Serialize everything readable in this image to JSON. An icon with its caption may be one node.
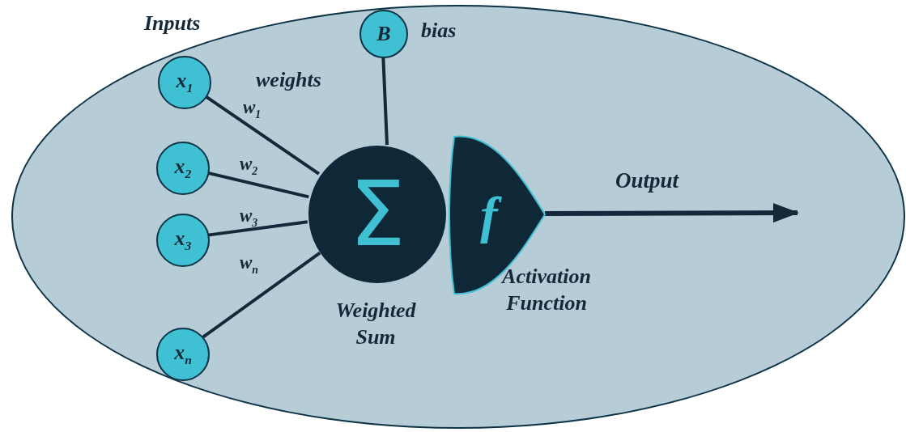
{
  "diagram": {
    "nodes": [
      {
        "text": [],
        "shape": "ellipse"
      },
      {
        "text": [
          "x$_{1}$"
        ],
        "in": 0
      },
      {
        "text": [
          "x$_{2}$"
        ],
        "in": 0
      },
      {
        "text": [
          "x$_{3}$"
        ],
        "in": 0
      },
      {
        "text": [
          "x$_{n}$"
        ],
        "in": 0
      },
      {
        "text": [
          "B"
        ],
        "in": 0,
        "beside": [
          "bias"
        ]
      },
      {
        "text": [
          "Σ"
        ],
        "in": 0,
        "beside": [
          "Weighted Sum"
        ]
      },
      {
        "text": [
          "f"
        ],
        "in": 0,
        "beside": [
          "Activation Function"
        ]
      }
    ],
    "edges": [
      {
        "from": 1,
        "to": 6,
        "arrow": "none",
        "label": "w$_{1}$"
      },
      {
        "from": 2,
        "to": 6,
        "arrow": "none",
        "label": "w$_{2}$"
      },
      {
        "from": 3,
        "to": 6,
        "arrow": "none",
        "label": "w$_{3}$"
      },
      {
        "from": 4,
        "to": 6,
        "arrow": "none",
        "label": "w$_{n}$"
      },
      {
        "from": 5,
        "to": 6,
        "arrow": "none"
      },
      {
        "from": 7,
        "to": null,
        "arrow": "to",
        "label": "Output"
      }
    ],
    "labels": [
      "Inputs",
      "weights"
    ]
  }
}
